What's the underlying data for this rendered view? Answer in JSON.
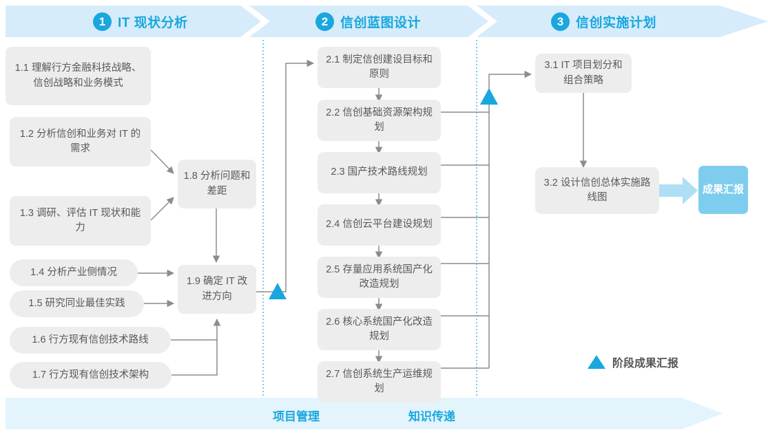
{
  "colors": {
    "accent": "#19A7DE",
    "header_band": "#D6ECFB",
    "bottom_band": "#E3F4FC",
    "box_fill": "#EDEDED",
    "box_text": "#595959",
    "badge_fill": "#7FCDEE",
    "connector": "#8C8C8C",
    "divider_dotted": "#4FC3E8",
    "thick_arrow": "#AEDFF5"
  },
  "phases": [
    {
      "number": "1",
      "title": "IT 现状分析"
    },
    {
      "number": "2",
      "title": "信创蓝图设计"
    },
    {
      "number": "3",
      "title": "信创实施计划"
    }
  ],
  "tasks": {
    "phase1": [
      {
        "id": "1.1",
        "label": "1.1 理解行方金融科技战略、信创战略和业务模式"
      },
      {
        "id": "1.2",
        "label": "1.2 分析信创和业务对 IT 的需求"
      },
      {
        "id": "1.3",
        "label": "1.3 调研、评估 IT 现状和能力"
      },
      {
        "id": "1.4",
        "label": "1.4 分析产业侧情况"
      },
      {
        "id": "1.5",
        "label": "1.5 研究同业最佳实践"
      },
      {
        "id": "1.6",
        "label": "1.6 行方现有信创技术路线"
      },
      {
        "id": "1.7",
        "label": "1.7 行方现有信创技术架构"
      },
      {
        "id": "1.8",
        "label": "1.8 分析问题和差距"
      },
      {
        "id": "1.9",
        "label": "1.9 确定 IT 改进方向"
      }
    ],
    "phase2": [
      {
        "id": "2.1",
        "label": "2.1 制定信创建设目标和原则"
      },
      {
        "id": "2.2",
        "label": "2.2 信创基础资源架构规划"
      },
      {
        "id": "2.3",
        "label": "2.3 国产技术路线规划"
      },
      {
        "id": "2.4",
        "label": "2.4 信创云平台建设规划"
      },
      {
        "id": "2.5",
        "label": "2.5 存量应用系统国产化改造规划"
      },
      {
        "id": "2.6",
        "label": "2.6 核心系统国产化改造规划"
      },
      {
        "id": "2.7",
        "label": "2.7 信创系统生产运维规划"
      }
    ],
    "phase3": [
      {
        "id": "3.1",
        "label": "3.1 IT 项目划分和组合策略"
      },
      {
        "id": "3.2",
        "label": "3.2 设计信创总体实施路线图"
      }
    ]
  },
  "result_badge": {
    "label": "成果汇报"
  },
  "legend": {
    "label": "阶段成果汇报",
    "marker": "triangle-marker"
  },
  "bottom_band": {
    "labels": [
      "项目管理",
      "知识传递"
    ]
  }
}
